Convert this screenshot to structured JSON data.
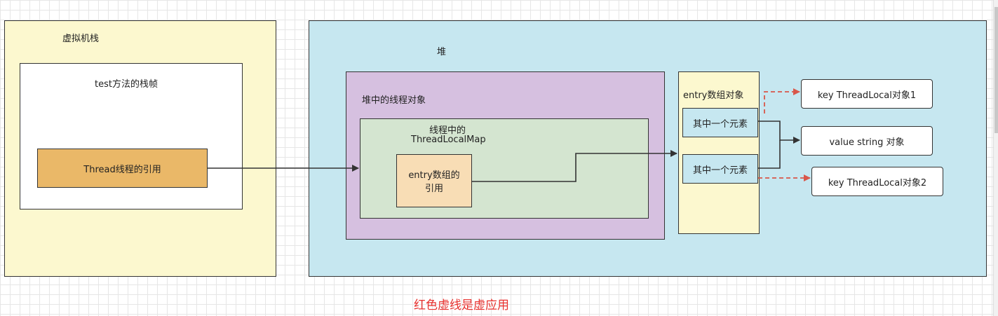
{
  "jvm_stack": {
    "title": "虚拟机栈",
    "color": "#fcf8cf"
  },
  "stack_frame": {
    "title": "test方法的栈帧",
    "color": "#ffffff"
  },
  "thread_ref": {
    "label": "Thread线程的引用",
    "color": "#eab868"
  },
  "heap": {
    "title": "堆",
    "color": "#c6e7f0"
  },
  "thread_object": {
    "title": "堆中的线程对象",
    "color": "#d6c0e0"
  },
  "thread_local_map": {
    "title_line1": "线程中的",
    "title_line2": "ThreadLocalMap",
    "color": "#d4e5d0"
  },
  "entry_ref": {
    "line1": "entry数组的",
    "line2": "引用",
    "color": "#f8ddb5"
  },
  "entry_array": {
    "title": "entry数组对象",
    "color": "#fcf8cf",
    "elements": [
      "其中一个元素",
      "其中一个元素"
    ],
    "element_color": "#c6e7f0"
  },
  "targets": {
    "key1": "key ThreadLocal对象1",
    "value": "value string 对象",
    "key2": "key ThreadLocal对象2"
  },
  "note": {
    "text": "红色虚线是虚应用",
    "color": "#e8322f"
  },
  "colors": {
    "strong_ref": "#333333",
    "weak_ref": "#d9574a"
  }
}
